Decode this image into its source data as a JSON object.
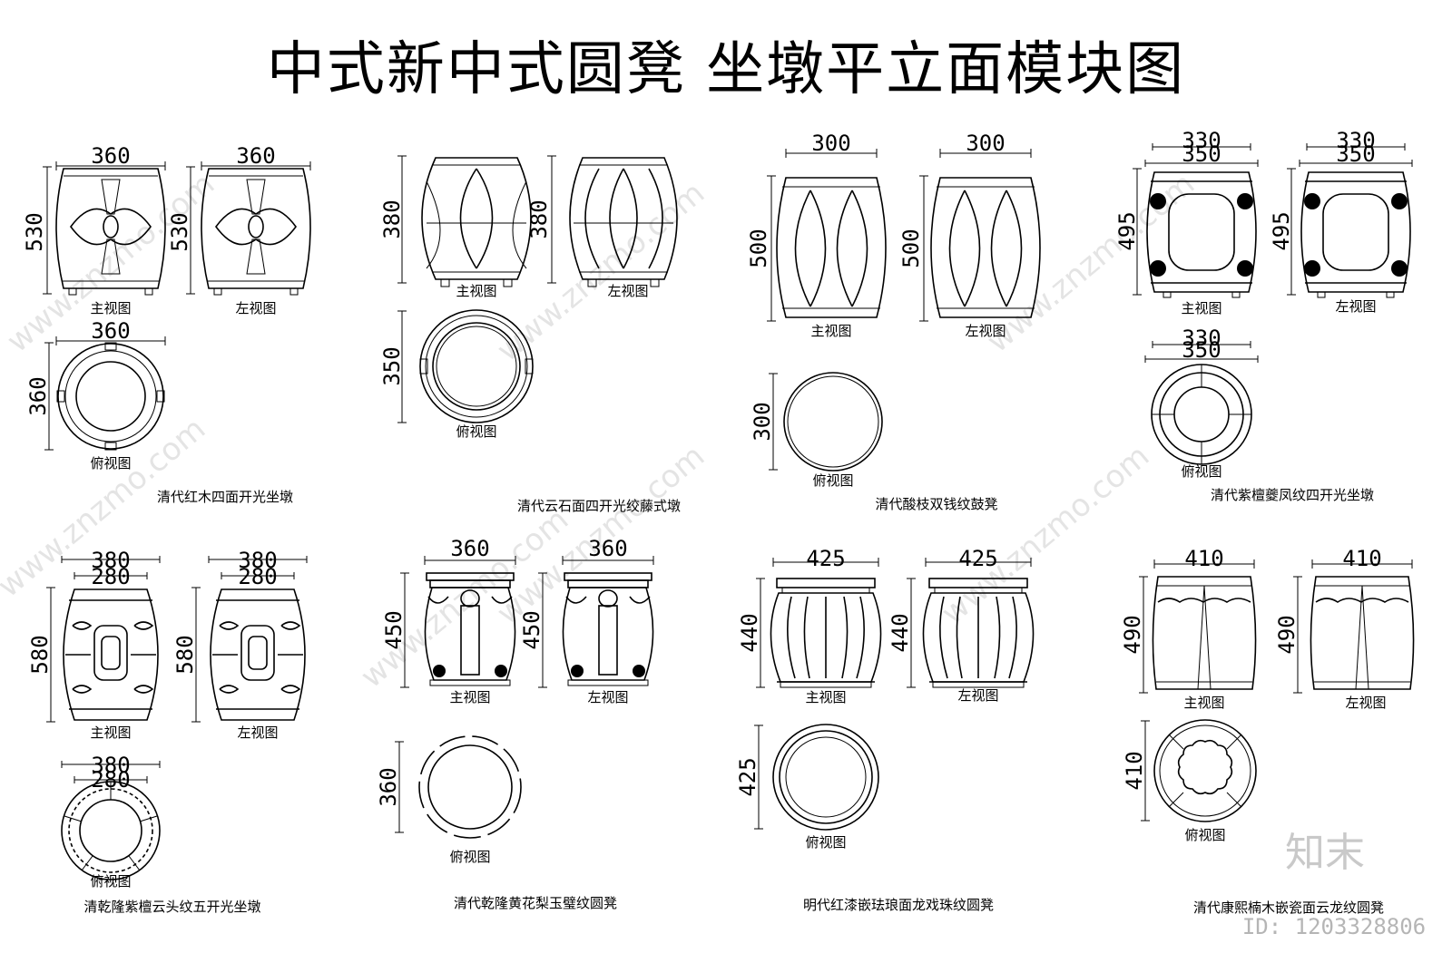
{
  "title": "中式新中式圆凳  坐墩平立面模块图",
  "view_labels": {
    "front": "主视图",
    "left": "左视图",
    "top": "俯视图"
  },
  "stools": [
    {
      "id": "s1",
      "caption": "清代红木四面开光坐墩",
      "front_width": "360",
      "side_width": "360",
      "height": "530",
      "top_width": "360",
      "top_depth": "360"
    },
    {
      "id": "s2",
      "caption": "清代云石面四开光绞藤式墩",
      "height_front": "380",
      "height_side": "380",
      "top_depth": "350"
    },
    {
      "id": "s3",
      "caption": "清代酸枝双钱纹鼓凳",
      "front_width": "300",
      "side_width": "300",
      "height": "500",
      "top_depth": "300"
    },
    {
      "id": "s4",
      "caption": "清代紫檀夔凤纹四开光坐墩",
      "outer_width": "330",
      "inner_width": "350",
      "height": "495",
      "top_outer": "330",
      "top_inner": "350"
    },
    {
      "id": "s5",
      "caption": "清乾隆紫檀云头纹五开光坐墩",
      "outer_width": "380",
      "inner_width": "280",
      "height": "580",
      "top_outer": "380",
      "top_inner": "280"
    },
    {
      "id": "s6",
      "caption": "清代乾隆黄花梨玉璧纹圆凳",
      "front_width": "360",
      "side_width": "360",
      "height": "450",
      "top_depth": "360"
    },
    {
      "id": "s7",
      "caption": "明代红漆嵌珐琅面龙戏珠纹圆凳",
      "front_width": "425",
      "side_width": "425",
      "height": "440",
      "top_depth": "425"
    },
    {
      "id": "s8",
      "caption": "清代康熙楠木嵌瓷面云龙纹圆凳",
      "front_width": "410",
      "side_width": "410",
      "height": "490",
      "top_depth": "410"
    }
  ],
  "watermark": {
    "text": "www.znzmo.com",
    "logo": "知末",
    "id": "ID: 1203328806"
  }
}
